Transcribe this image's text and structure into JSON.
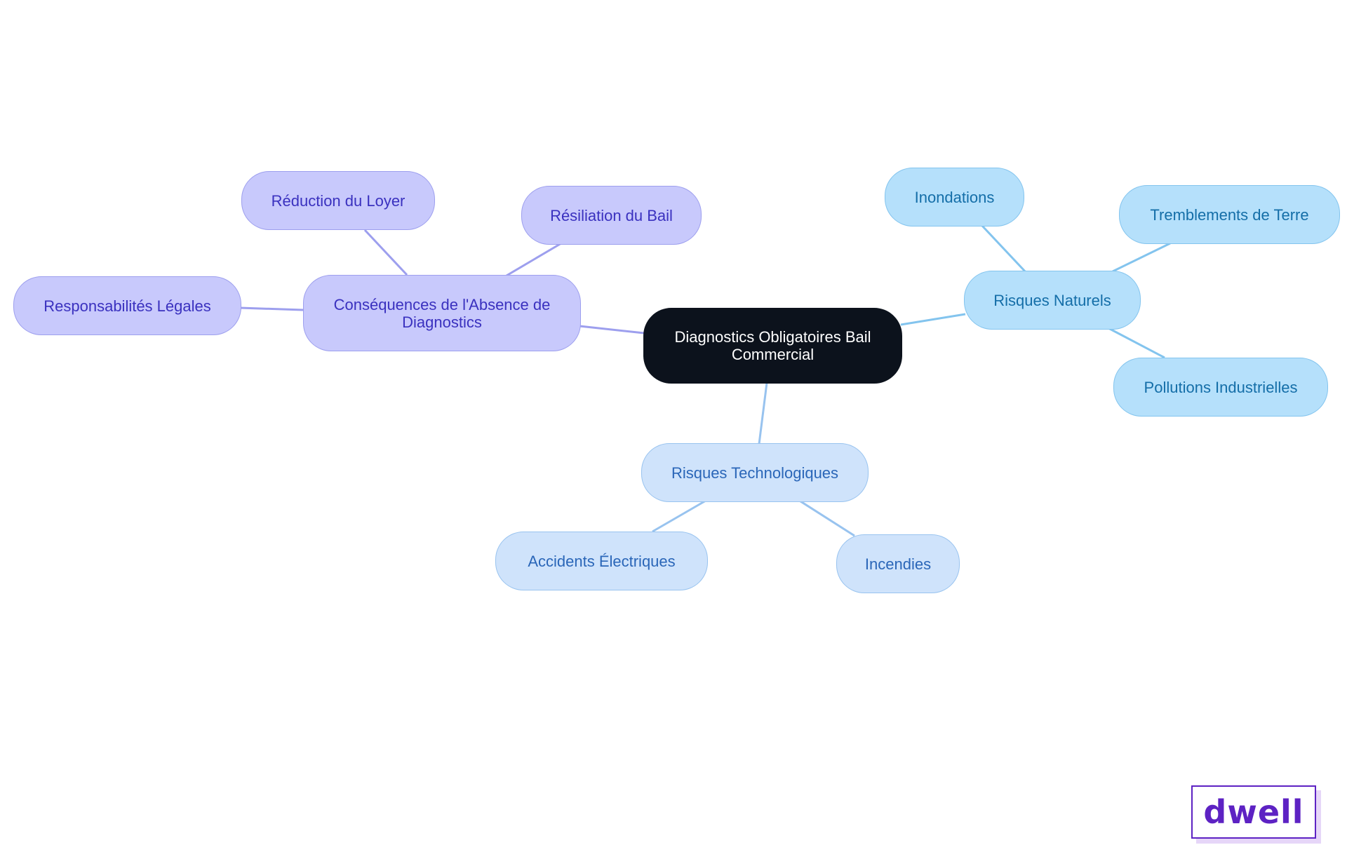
{
  "diagram": {
    "root": {
      "label": "Diagnostics Obligatoires Bail Commercial"
    },
    "branches": [
      {
        "label": "Conséquences de l'Absence de Diagnostics",
        "children": [
          "Réduction du Loyer",
          "Résiliation du Bail",
          "Responsabilités Légales"
        ]
      },
      {
        "label": "Risques Naturels",
        "children": [
          "Inondations",
          "Tremblements de Terre",
          "Pollutions Industrielles"
        ]
      },
      {
        "label": "Risques Technologiques",
        "children": [
          "Accidents Électriques",
          "Incendies"
        ]
      }
    ]
  },
  "colors": {
    "root": "#0c121c",
    "consequences_branch": "#c8c9fc",
    "naturels_branch": "#b5e0fb",
    "technologiques_branch": "#cfe3fb",
    "logo": "#5d22c3"
  },
  "logo": {
    "text": "dwell"
  }
}
